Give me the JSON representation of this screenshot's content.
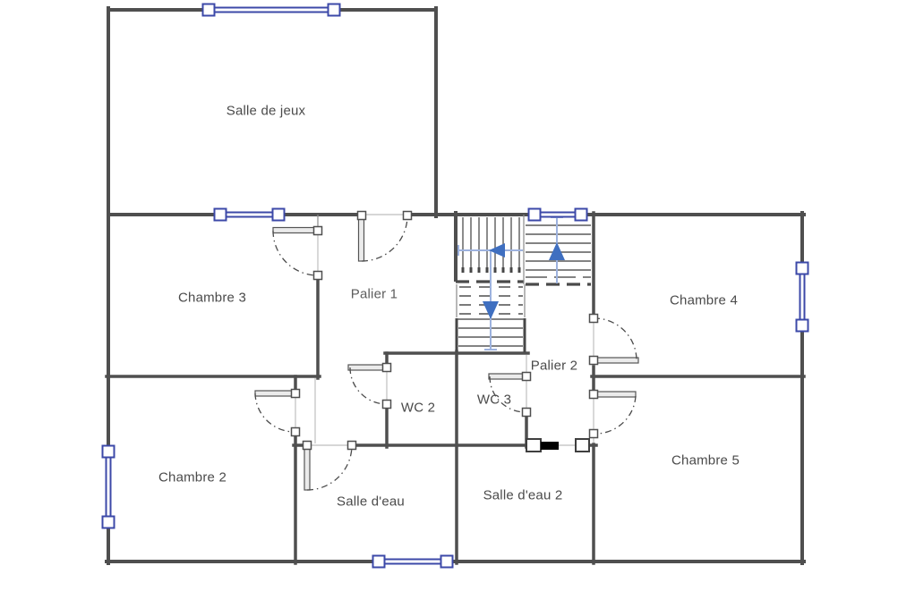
{
  "floor_plan": {
    "rooms": [
      {
        "id": "salle-de-jeux",
        "label": "Salle de jeux"
      },
      {
        "id": "chambre-3",
        "label": "Chambre 3"
      },
      {
        "id": "palier-1",
        "label": "Palier 1"
      },
      {
        "id": "chambre-4",
        "label": "Chambre 4"
      },
      {
        "id": "palier-2",
        "label": "Palier 2"
      },
      {
        "id": "wc-2",
        "label": "WC 2"
      },
      {
        "id": "wc-3",
        "label": "WC 3"
      },
      {
        "id": "chambre-2",
        "label": "Chambre 2"
      },
      {
        "id": "chambre-5",
        "label": "Chambre 5"
      },
      {
        "id": "salle-deau",
        "label": "Salle d'eau"
      },
      {
        "id": "salle-deau-2",
        "label": "Salle d'eau 2"
      }
    ],
    "stairs": {
      "direction_arrows": [
        {
          "icon": "stair-arrow-left-icon"
        },
        {
          "icon": "stair-arrow-up-icon"
        },
        {
          "icon": "stair-arrow-down-icon"
        }
      ]
    },
    "colors": {
      "background": "#ffffff",
      "wall": "#4f4f4f",
      "window_accent": "#3c49a8",
      "stair_path_line": "#9db2de",
      "stair_arrow": "#3f6fc0",
      "door_swing": "#4a4a4a",
      "sliding_door": "#000000",
      "label_text": "#4a4a4a"
    }
  }
}
